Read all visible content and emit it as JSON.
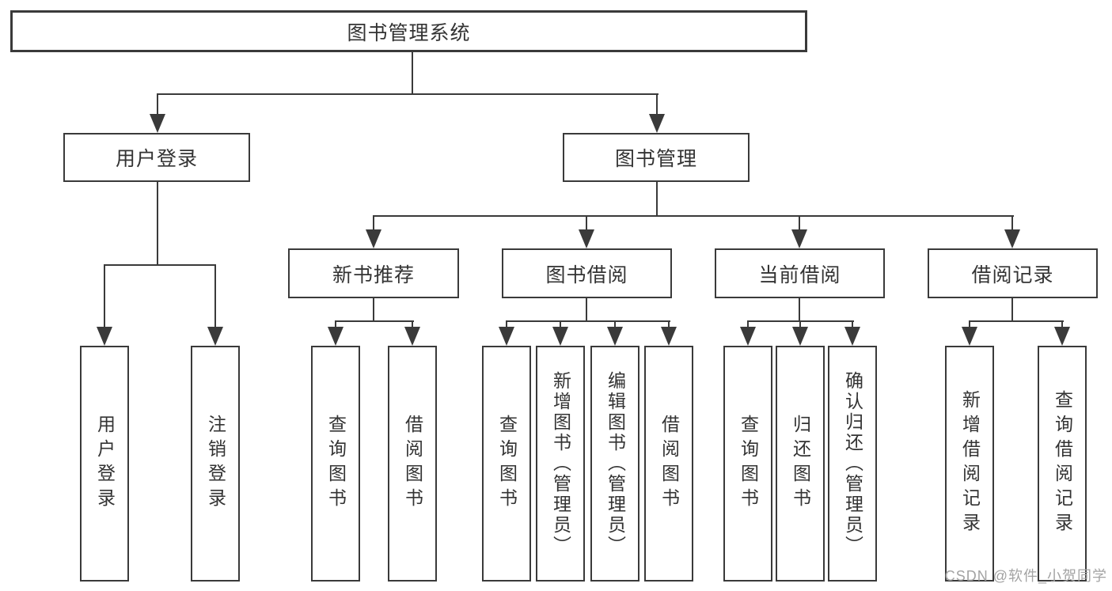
{
  "nodes": {
    "root": "图书管理系统",
    "user_login": "用户登录",
    "book_mgmt": "图书管理",
    "new_book": "新书推荐",
    "book_borrow": "图书借阅",
    "current_borrow": "当前借阅",
    "borrow_record": "借阅记录",
    "leaves": {
      "a1": "用户登录",
      "a2": "注销登录",
      "b1": "查询图书",
      "b2": "借阅图书",
      "c1": "查询图书",
      "c2": "新增图书（管理员）",
      "c3": "编辑图书（管理员）",
      "c4": "借阅图书",
      "d1": "查询图书",
      "d2": "归还图书",
      "d3": "确认归还（管理员）",
      "e1": "新增借阅记录",
      "e2": "查询借阅记录"
    }
  },
  "watermark": "CSDN @软件_小贺同学",
  "colors": {
    "line": "#3a3a3a",
    "text": "#333333",
    "watermark": "#a3a3a3",
    "background": "#ffffff"
  }
}
